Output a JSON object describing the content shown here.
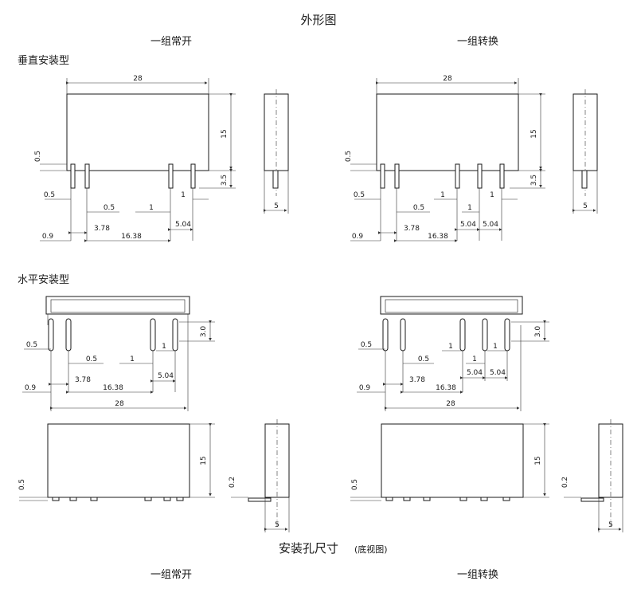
{
  "title": "外形图",
  "variants": {
    "left": "一组常开",
    "right": "一组转换"
  },
  "sections": {
    "vertical": "垂直安装型",
    "horizontal": "水平安装型",
    "mounting": "安装孔尺寸",
    "mounting_note": "(底视图)"
  },
  "dims": {
    "length": "28",
    "height": "15",
    "pin_len": "3.5",
    "pin_len_h": "3.0",
    "pin_w": "0.5",
    "standoff": "0.5",
    "bend": "0.2",
    "width": "5",
    "pitch_1": "0.9",
    "pitch_2": "3.78",
    "pitch_3": "16.38",
    "pitch_4": "5.04",
    "pin_one": "1"
  }
}
